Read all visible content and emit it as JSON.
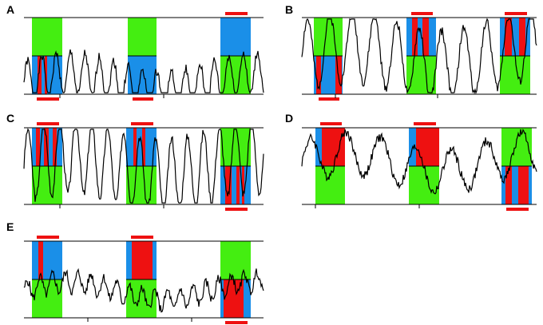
{
  "figure": {
    "colors": {
      "blue": "#1a8fe8",
      "green": "#44ee11",
      "red": "#ee1111",
      "line": "#000000"
    },
    "panels": [
      {
        "label": "A"
      },
      {
        "label": "B"
      },
      {
        "label": "C"
      },
      {
        "label": "D"
      },
      {
        "label": "E"
      }
    ]
  }
}
